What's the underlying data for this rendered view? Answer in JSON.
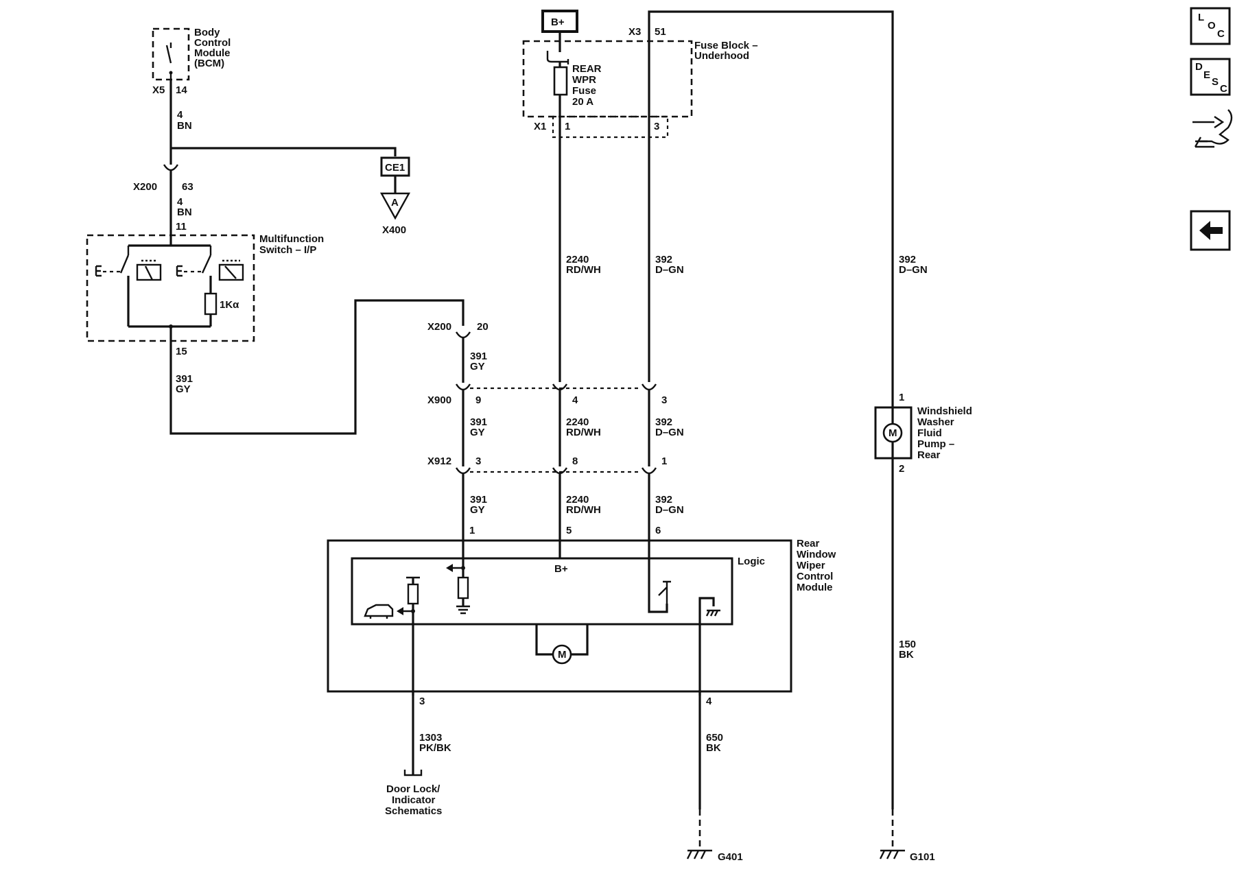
{
  "nav": {
    "loc": [
      "L",
      "O",
      "C"
    ],
    "desc": [
      "D",
      "E",
      "S",
      "C"
    ]
  },
  "bcm": {
    "name": [
      "Body",
      "Control",
      "Module",
      "(BCM)"
    ],
    "conn": "X5",
    "pin": "14"
  },
  "wire_4bn_top": {
    "circuit": "4",
    "color": "BN"
  },
  "ce1": {
    "label": "CE1",
    "arrow": "A",
    "conn": "X400"
  },
  "x200_a": {
    "conn": "X200",
    "pin": "63"
  },
  "wire_4bn_mid": {
    "circuit": "4",
    "color": "BN"
  },
  "mfs": {
    "name": [
      "Multifunction",
      "Switch – I/P"
    ],
    "pin_top": "11",
    "pin_bottom": "15",
    "resistor": "1Kα"
  },
  "wire_391_left": {
    "circuit": "391",
    "color": "GY"
  },
  "bplus": "B+",
  "x3": {
    "conn": "X3",
    "pin": "51"
  },
  "fuse_block": {
    "name": [
      "Fuse Block –",
      "Underhood"
    ],
    "fuse": [
      "REAR",
      "WPR",
      "Fuse",
      "20 A"
    ],
    "x1": "X1",
    "pin1": "1",
    "pin3": "3"
  },
  "wire_2240_top": {
    "circuit": "2240",
    "color": "RD/WH"
  },
  "wire_392_top": {
    "circuit": "392",
    "color": "D–GN"
  },
  "wire_392_right": {
    "circuit": "392",
    "color": "D–GN"
  },
  "x200_b": {
    "conn": "X200",
    "pin": "20"
  },
  "wire_391_a": {
    "circuit": "391",
    "color": "GY"
  },
  "x900": {
    "conn": "X900",
    "pin_a": "9",
    "pin_b": "4",
    "pin_c": "3"
  },
  "wire_391_b": {
    "circuit": "391",
    "color": "GY"
  },
  "wire_2240_b": {
    "circuit": "2240",
    "color": "RD/WH"
  },
  "wire_392_b": {
    "circuit": "392",
    "color": "D–GN"
  },
  "x912": {
    "conn": "X912",
    "pin_a": "3",
    "pin_b": "8",
    "pin_c": "1"
  },
  "wire_391_c": {
    "circuit": "391",
    "color": "GY"
  },
  "wire_2240_c": {
    "circuit": "2240",
    "color": "RD/WH"
  },
  "wire_392_c": {
    "circuit": "392",
    "color": "D–GN"
  },
  "module": {
    "name": [
      "Rear",
      "Window",
      "Wiper",
      "Control",
      "Module"
    ],
    "logic": "Logic",
    "bplus": "B+",
    "pin1": "1",
    "pin5": "5",
    "pin6": "6",
    "pin3": "3",
    "pin4": "4",
    "motor": "M"
  },
  "wire_1303": {
    "circuit": "1303",
    "color": "PK/BK"
  },
  "door_lock": [
    "Door Lock/",
    "Indicator",
    "Schematics"
  ],
  "wire_650": {
    "circuit": "650",
    "color": "BK"
  },
  "g401": "G401",
  "pump": {
    "name": [
      "Windshield",
      "Washer",
      "Fluid",
      "Pump –",
      "Rear"
    ],
    "pin1": "1",
    "pin2": "2",
    "motor": "M"
  },
  "wire_150": {
    "circuit": "150",
    "color": "BK"
  },
  "g101": "G101"
}
